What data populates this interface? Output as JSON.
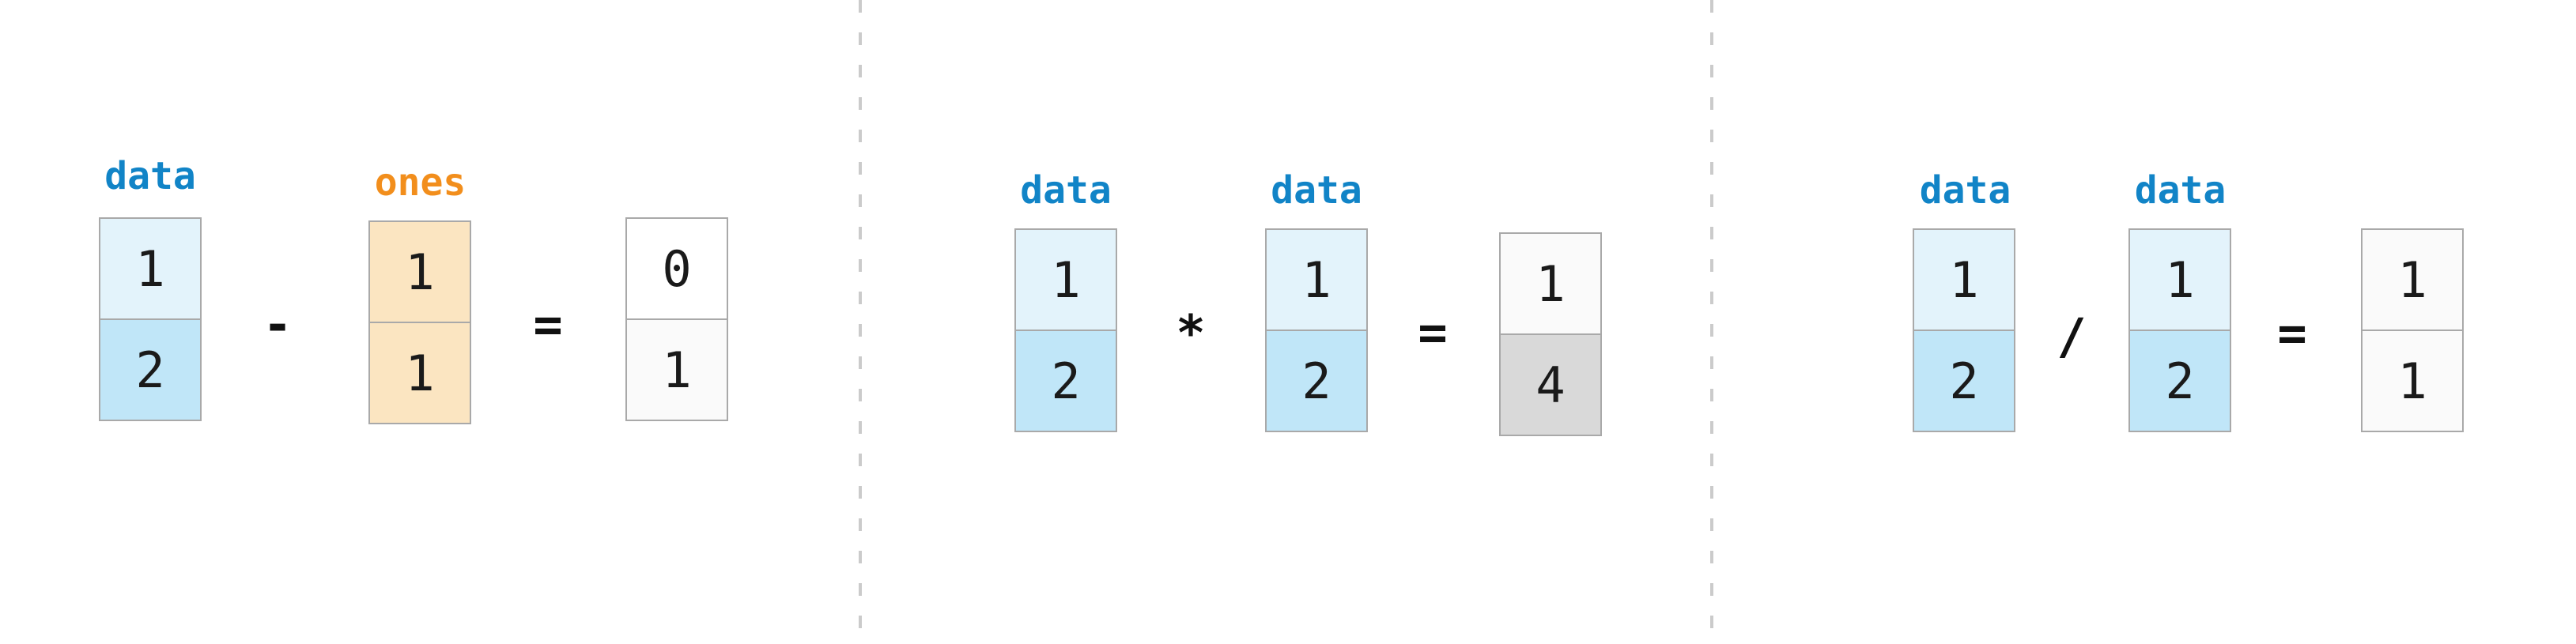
{
  "figure": {
    "description": "Element-wise arithmetic on 1-D arrays",
    "panel_count": 3
  },
  "palette": {
    "label_blue": "#1184c7",
    "label_orange": "#f28e1c",
    "cell_blue_light": "#e3f3fb",
    "cell_blue_medium": "#c0e6f8",
    "cell_orange": "#fbe5c1",
    "cell_white": "#ffffff",
    "cell_offwhite": "#fafafa",
    "cell_gray": "#d9d9d9",
    "operator_black": "#111111",
    "border_gray": "#a9a9a9",
    "separator_gray": "#cbcbcb"
  },
  "panels": [
    {
      "operation": "subtraction",
      "operand_a": {
        "label": "data",
        "cells": [
          "1",
          "2"
        ]
      },
      "operator": "-",
      "operand_b": {
        "label": "ones",
        "cells": [
          "1",
          "1"
        ]
      },
      "equals": "=",
      "result": {
        "cells": [
          "0",
          "1"
        ]
      }
    },
    {
      "operation": "multiplication",
      "operand_a": {
        "label": "data",
        "cells": [
          "1",
          "2"
        ]
      },
      "operator": "*",
      "operand_b": {
        "label": "data",
        "cells": [
          "1",
          "2"
        ]
      },
      "equals": "=",
      "result": {
        "cells": [
          "1",
          "4"
        ]
      }
    },
    {
      "operation": "division",
      "operand_a": {
        "label": "data",
        "cells": [
          "1",
          "2"
        ]
      },
      "operator": "/",
      "operand_b": {
        "label": "data",
        "cells": [
          "1",
          "2"
        ]
      },
      "equals": "=",
      "result": {
        "cells": [
          "1",
          "1"
        ]
      }
    }
  ]
}
